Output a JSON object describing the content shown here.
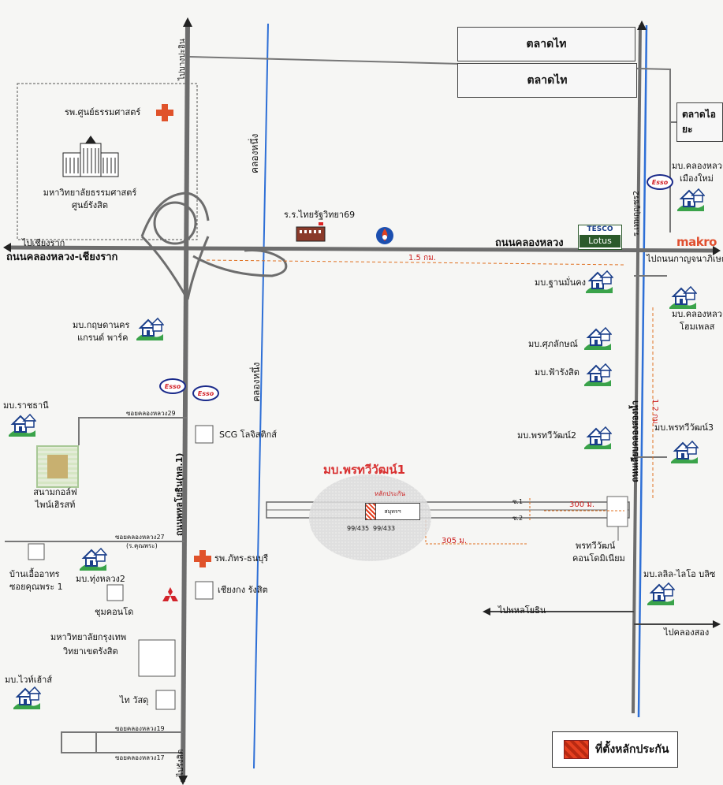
{
  "markets": {
    "talad_thai_1": "ตลาดไท",
    "talad_thai_2": "ตลาดไท",
    "talad_aiyara": "ตลาดไอยะ"
  },
  "roads": {
    "klong_luang": "ถนนคลองหลวง",
    "klong_luang_chiang_rak": "ถนนคลองหลวง-เชียงราก",
    "phahonyothin": "ถนนพหลโยธิน(ทล.1)",
    "liab_khlong_song": "ถนนเลียบคลองสองน้ำ",
    "to_chiang_rak": "ไปเชียงราก",
    "to_bang_pa_in": "ไปบางปะอิน",
    "to_kanchanaphisek": "ไปถนนกาญจนาภิเษก",
    "to_phahonyothin": "ไปพหลโยธิน",
    "to_khlong_song": "ไปคลองสอง",
    "to_rangsit": "ไปรังสิต",
    "to_thepkunchai": "ร.เทพกุญชร2",
    "khlong_nueng_1": "คลองหนึ่ง",
    "khlong_nueng_2": "คลองหนึ่ง"
  },
  "sois": {
    "soi_29": "ซอยคลองหลวง29",
    "soi_27": "ซอยคลองหลวง27",
    "soi_27_sub": "(ร.คุณพระ)",
    "soi_19": "ซอยคลองหลวง19",
    "soi_17": "ซอยคลองหลวง17"
  },
  "distances": {
    "d1": "1.5 กม.",
    "d2": "1.2 กม.",
    "d3": "300 ม.",
    "d4": "305 ม."
  },
  "places": {
    "hospital_thammasat": "รพ.ศูนย์ธรรมศาสตร์",
    "univ_line1": "มหาวิทยาลัยธรรมศาสตร์",
    "univ_line2": "ศูนย์รังสิต",
    "school": "ร.ร.ไทยรัฐวิทยา69",
    "kritsada_1": "มบ.กฤษดานคร",
    "kritsada_2": "แกรนด์ พาร์ค",
    "rachathani": "มบ.ราชธานี",
    "golf_1": "สนามกอล์ฟ",
    "golf_2": "ไพน์เฮิรสท์",
    "scg": "SCG โลจิสติกส์",
    "baan_ua_1": "บ้านเอื้ออาทร",
    "baan_ua_2": "ซอยคุณพระ 1",
    "thung_luang": "มบ.ทุ่งหลวง2",
    "hospital_pathra": "รพ.ภัทร-ธนบุรี",
    "chiangkong": "เชียงกง รังสิต",
    "chum_condo": "ชุมคอนโด",
    "bu_1": "มหาวิทยาลัยกรุงเทพ",
    "bu_2": "วิทยาเขตรังสิต",
    "white_house": "มบ.ไวท์เฮ้าส์",
    "thai_watsadu": "ไท วัสดุ",
    "klong_luang_mueang_mai_1": "มบ.คลองหลวง",
    "klong_luang_mueang_mai_2": "เมืองใหม่",
    "than_mankhong": "มบ.ฐานมั่นคง",
    "klong_luang_home_1": "มบ.คลองหลวง",
    "klong_luang_home_2": "โฮมเพลส",
    "suphalak": "มบ.ศุภลักษณ์",
    "fa_rangsit": "มบ.ฟ้ารังสิต",
    "phrueksa_2": "มบ.พรทวีวัฒน์2",
    "phrueksa_3": "มบ.พรทวีวัฒน์3",
    "project_title": "มบ.พรทวีวัฒน์1",
    "collateral_label": "หลักประกัน",
    "plot_label": "สมุทรฯ",
    "lot_1": "99/435",
    "lot_2": "99/433",
    "condo_1": "พรทวีวัฒน์",
    "condo_2": "คอนโดมิเนียม",
    "lalil_1": "มบ.ลลิล-ไลโอ บลิซ",
    "soi_no1": "ซ.1",
    "soi_no2": "ซ.2"
  },
  "brands": {
    "tesco": "TESCO",
    "lotus": "Lotus",
    "makro": "makro",
    "esso": "Esso"
  },
  "legend": {
    "label": "ที่ตั้งหลักประกัน"
  },
  "colors": {
    "road": "#6d6d6d",
    "canal": "#2e6fd6",
    "distance": "#e07020",
    "accent": "#e64020"
  }
}
